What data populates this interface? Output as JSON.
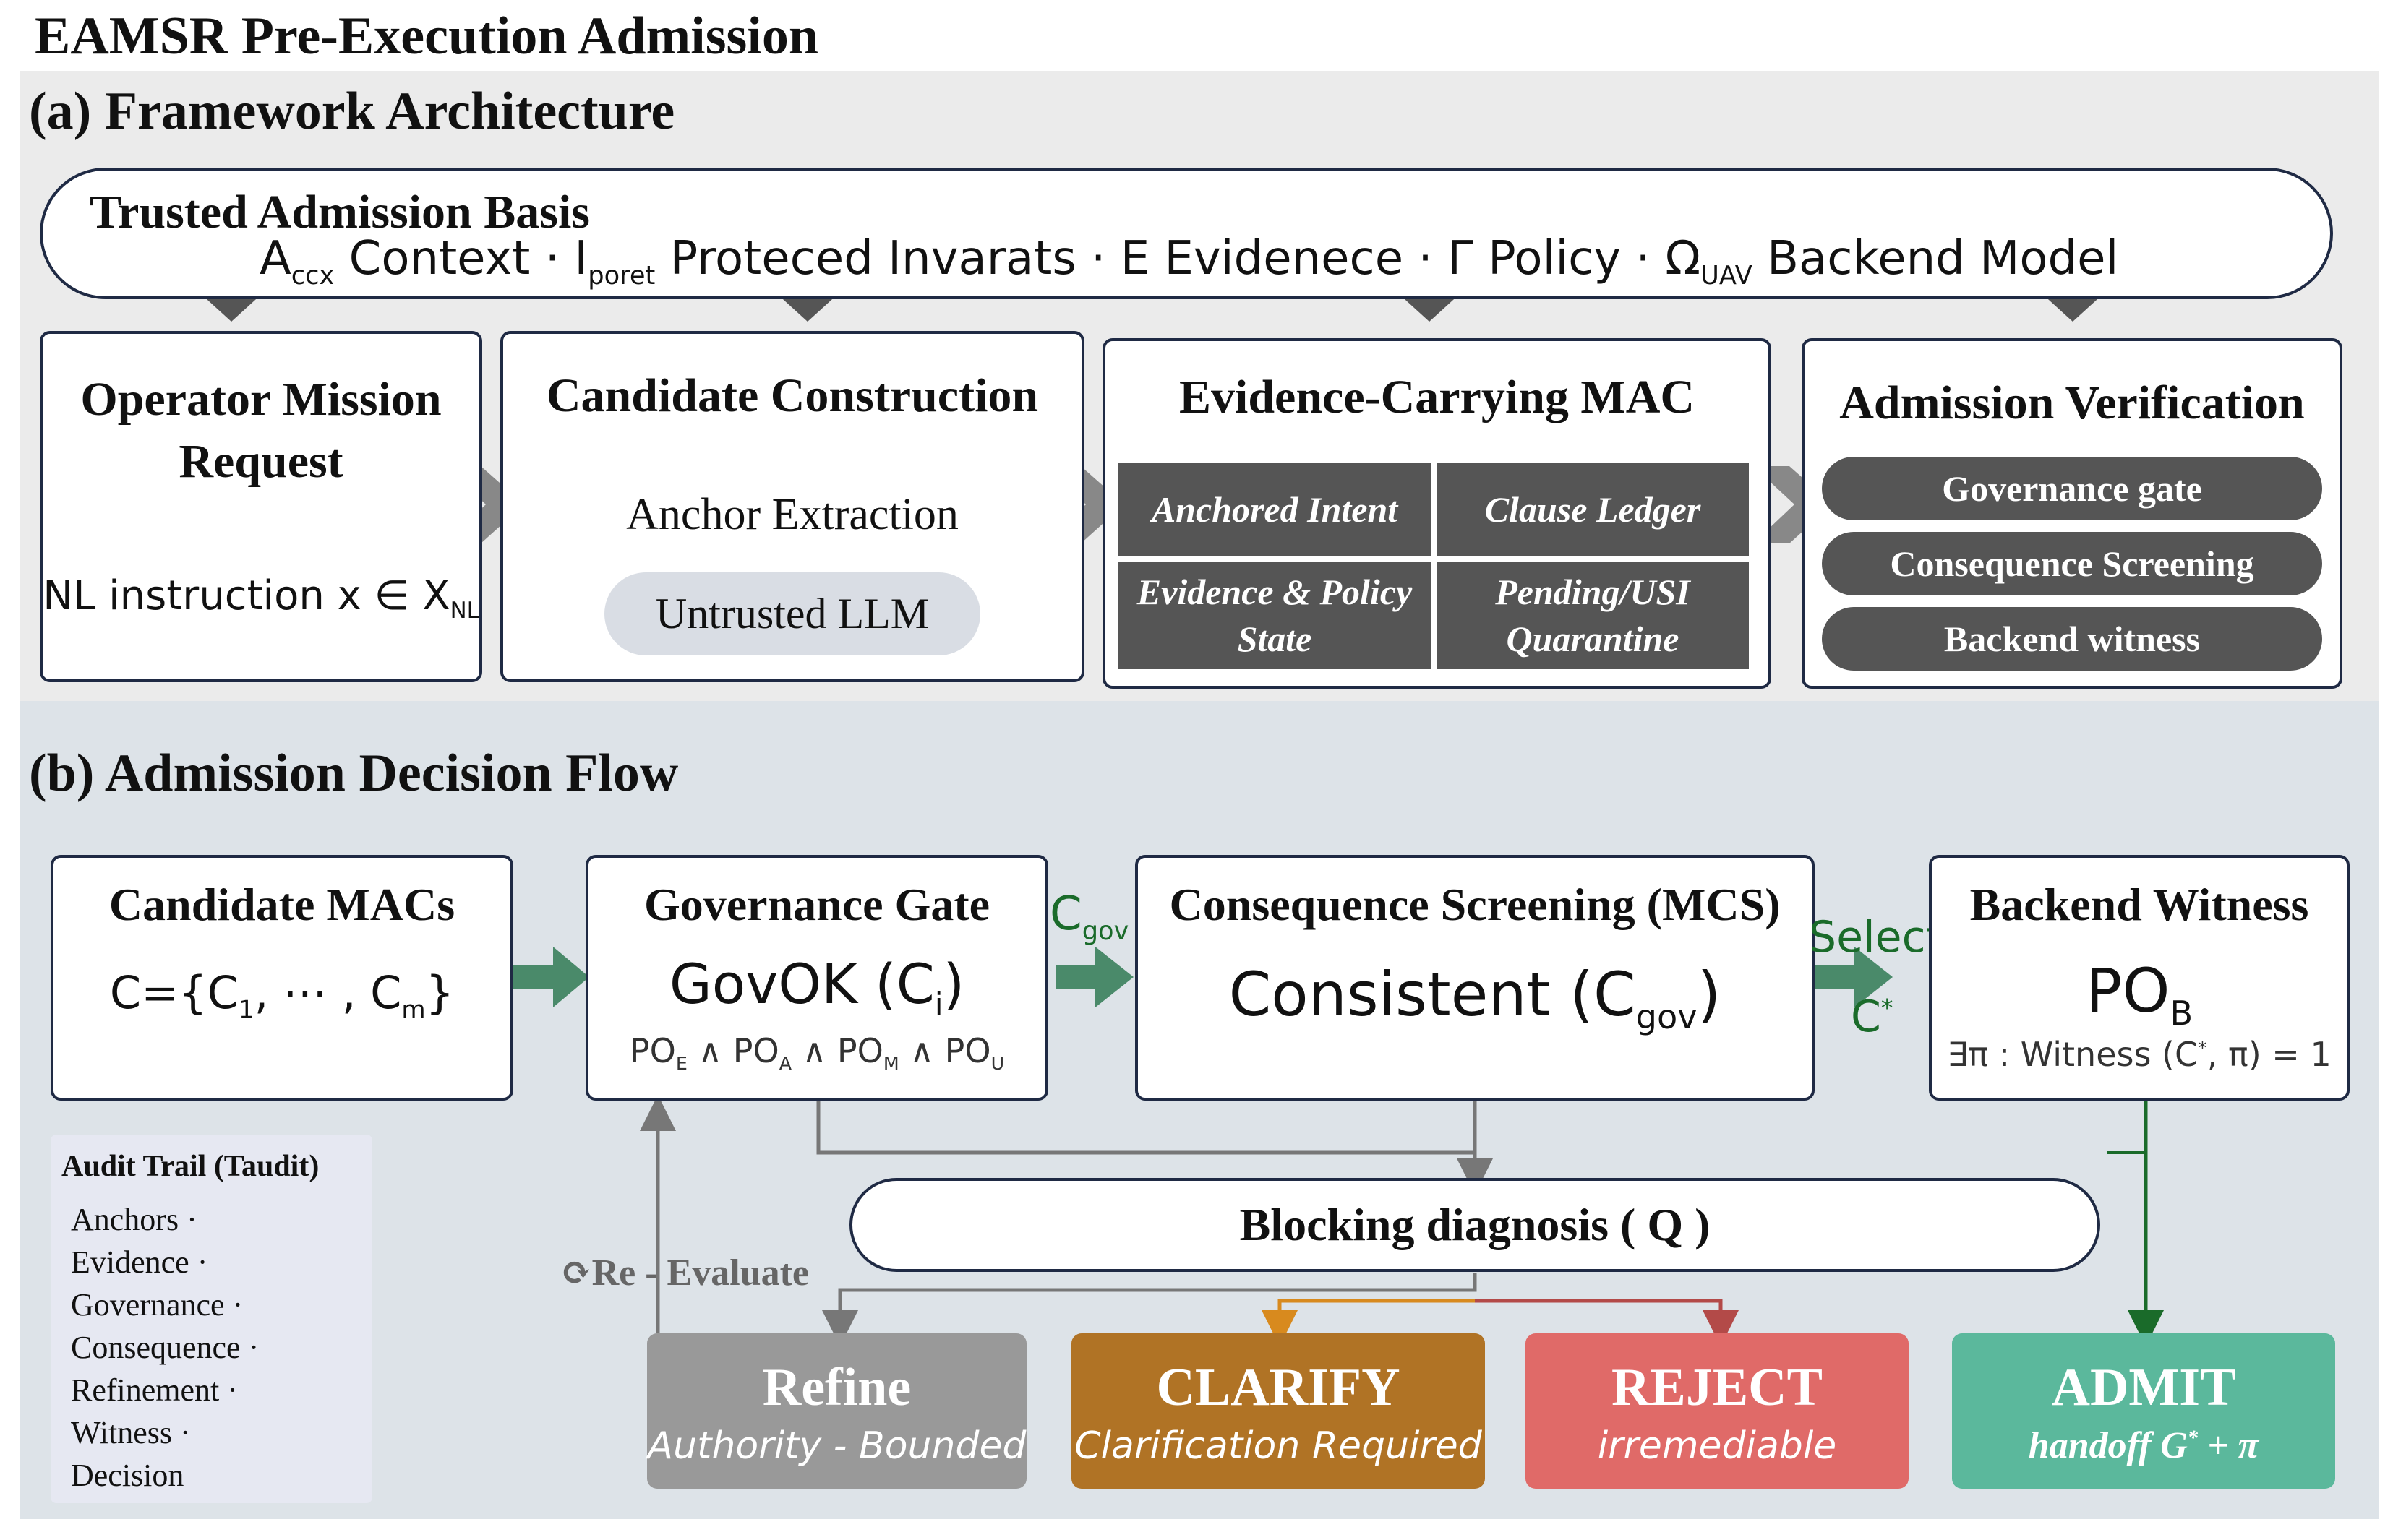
{
  "title": "EAMSR Pre-Execution Admission",
  "colors": {
    "panel_a_bg": "#ebebeb",
    "panel_b_bg": "#dde3e8",
    "dark_cell": "#555555",
    "green_arrow": "#4a8a6a",
    "refine": "#999999",
    "clarify": "#b07325",
    "reject": "#e06a68",
    "admit": "#5bb89c"
  },
  "panel_a": {
    "label": "(a)  Framework Architecture",
    "basis": {
      "title": "Trusted Admission Basis",
      "a_sym": "A",
      "a_sub": "ccx",
      "a_text": "Context",
      "i_sym": "I",
      "i_sub": "poret",
      "i_text": "Proteced  Invarats",
      "e_sym": "E",
      "e_text": "Evidenece",
      "g_sym": "Γ",
      "g_text": "Policy",
      "o_sym": "Ω",
      "o_sub": "UAV",
      "o_text": "Backend Model",
      "sep": "·"
    },
    "operator": {
      "title": "Operator Mission Request",
      "nl_text": "NL instruction x ∈ X",
      "nl_sub": "NL"
    },
    "candidate": {
      "title": "Candidate Construction",
      "anchor": "Anchor Extraction",
      "llm": "Untrusted LLM"
    },
    "mac": {
      "title": "Evidence-Carrying MAC",
      "cells": [
        "Anchored Intent",
        "Clause Ledger",
        "Evidence & Policy State",
        "Pending/USI Quarantine"
      ]
    },
    "verification": {
      "title": "Admission Verification",
      "items": [
        "Governance gate",
        "Consequence Screening",
        "Backend witness"
      ]
    }
  },
  "panel_b": {
    "label": "(b)  Admission Decision Flow",
    "candidate_macs": {
      "title": "Candidate MACs",
      "formula": "C={C",
      "sub1": "1",
      "mid": ", ⋯ , C",
      "subm": "m",
      "end": "}"
    },
    "gov_gate": {
      "title": "Governance Gate",
      "main": "GovOK (C",
      "main_sub": "i",
      "main_end": ")",
      "po": "PO",
      "po_subs": [
        "E",
        "A",
        "M",
        "U"
      ],
      "and": "∧"
    },
    "c_gov_label": "C",
    "c_gov_sub": "gov",
    "consequence": {
      "title": "Consequence Screening (MCS)",
      "main": "Consistent (C",
      "main_sub": "gov",
      "main_end": ")"
    },
    "select_label": "Select",
    "cstar_label": "C",
    "cstar_sup": "*",
    "backend": {
      "title": "Backend Witness",
      "po": "PO",
      "po_sub": "B",
      "witness_a": "∃π : Witness (C",
      "witness_sup": "*",
      "witness_b": ", π) = 1"
    },
    "audit": {
      "title": "Audit Trail (Taudit)",
      "items": [
        "Anchors ·",
        "Evidence ·",
        "Governance ·",
        "Consequence ·",
        "Refinement ·",
        "Witness ·",
        "Decision"
      ]
    },
    "blocking": "Blocking diagnosis ( Q )",
    "reevaluate": "⟳Re - Evaluate",
    "outcomes": [
      {
        "title": "Refine",
        "sub": "Authority - Bounded"
      },
      {
        "title": "CLARIFY",
        "sub": "Clarification Required"
      },
      {
        "title": "REJECT",
        "sub": "irremediable"
      },
      {
        "title": "ADMIT",
        "sub_a": "handoff G",
        "sub_sup": "*",
        "sub_b": " + π"
      }
    ]
  }
}
